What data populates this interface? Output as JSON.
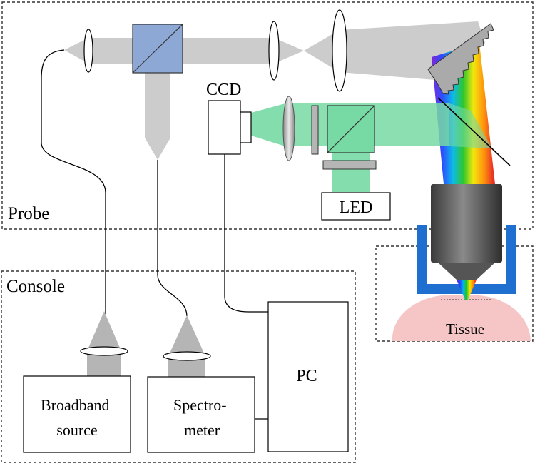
{
  "regions": {
    "probe": "Probe",
    "console": "Console"
  },
  "components": {
    "ccd": "CCD",
    "led": "LED",
    "tissue": "Tissue",
    "pc": "PC",
    "broadband_source": [
      "Broadband",
      "source"
    ],
    "spectrometer": [
      "Spectro-",
      "meter"
    ]
  },
  "colors": {
    "beam_gray": "#cccccc",
    "beam_green": "#77d9a3",
    "beam_green_dark": "#35a366",
    "splitter_blue": "#8ea8d6",
    "holder_blue": "#1f6fd0",
    "tissue_pink": "#f6c6c6",
    "objective_dark": "#4a4a4a",
    "filter_gray": "#b5b5b5"
  },
  "icons": [
    "grating-icon",
    "lens-icon",
    "beam-splitter-icon",
    "objective-icon",
    "optical-fiber-icon"
  ]
}
